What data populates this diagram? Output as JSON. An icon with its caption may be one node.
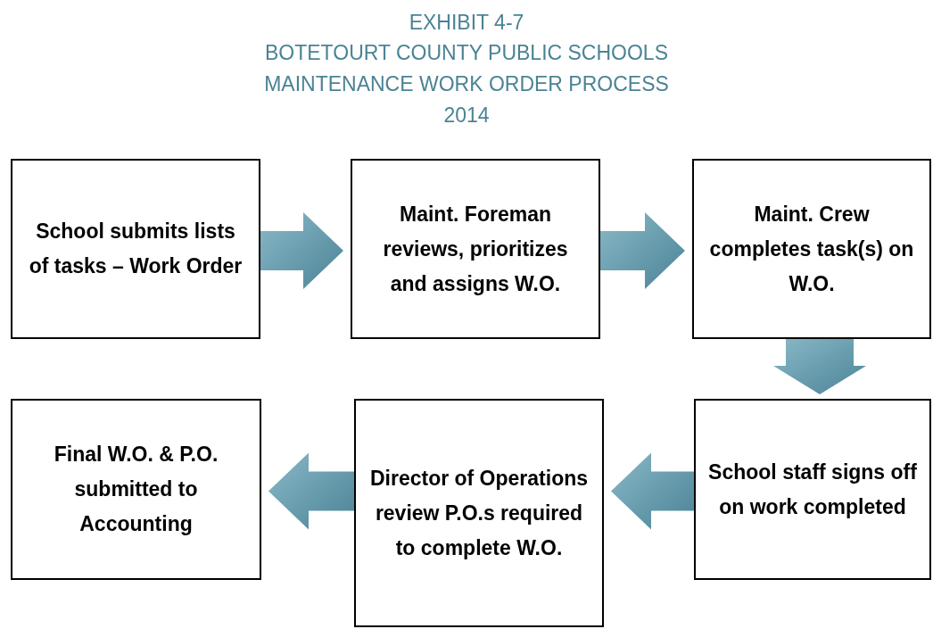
{
  "diagram": {
    "title": "BOTETOURT COUNTY PUBLIC SCHOOLS MAINTENANCE WORK ORDER PROCESS",
    "labels": [
      "EXHIBIT 4-7",
      "2014"
    ],
    "nodes": [
      {
        "text": [
          "School submits lists of tasks – Work Order"
        ]
      },
      {
        "text": [
          "Maint. Foreman reviews, prioritizes and assigns W.O."
        ]
      },
      {
        "text": [
          "Maint. Crew completes task(s) on W.O."
        ]
      },
      {
        "text": [
          "School staff signs off on work completed"
        ]
      },
      {
        "text": [
          "Director of Operations review P.O.s required to complete W.O."
        ]
      },
      {
        "text": [
          "Final W.O. & P.O. submitted to Accounting"
        ]
      }
    ],
    "edges": [
      {
        "from": 0,
        "to": 1,
        "arrow": "to"
      },
      {
        "from": 1,
        "to": 2,
        "arrow": "to"
      },
      {
        "from": 2,
        "to": 3,
        "arrow": "to"
      },
      {
        "from": 3,
        "to": 4,
        "arrow": "to"
      },
      {
        "from": 4,
        "to": 5,
        "arrow": "to"
      }
    ]
  }
}
